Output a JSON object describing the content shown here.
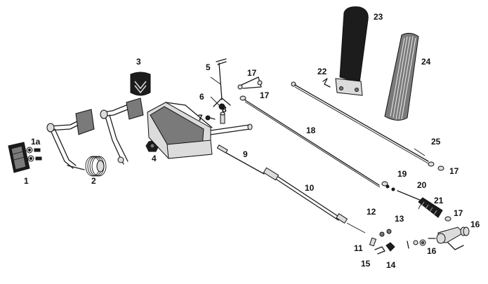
{
  "labels": {
    "p1": "1",
    "p1a": "1a",
    "p2": "2",
    "p3": "3",
    "p4": "4",
    "p5": "5",
    "p6": "6",
    "p7": "7",
    "p8": "8",
    "p9": "9",
    "p10": "10",
    "p11": "11",
    "p12": "12",
    "p13": "13",
    "p14": "14",
    "p15": "15",
    "p16a": "16",
    "p16b": "16",
    "p17a": "17",
    "p17b": "17",
    "p17c": "17",
    "p17d": "17",
    "p18": "18",
    "p19": "19",
    "p20": "20",
    "p21": "21",
    "p22": "22",
    "p23": "23",
    "p24": "24",
    "p25": "25"
  }
}
